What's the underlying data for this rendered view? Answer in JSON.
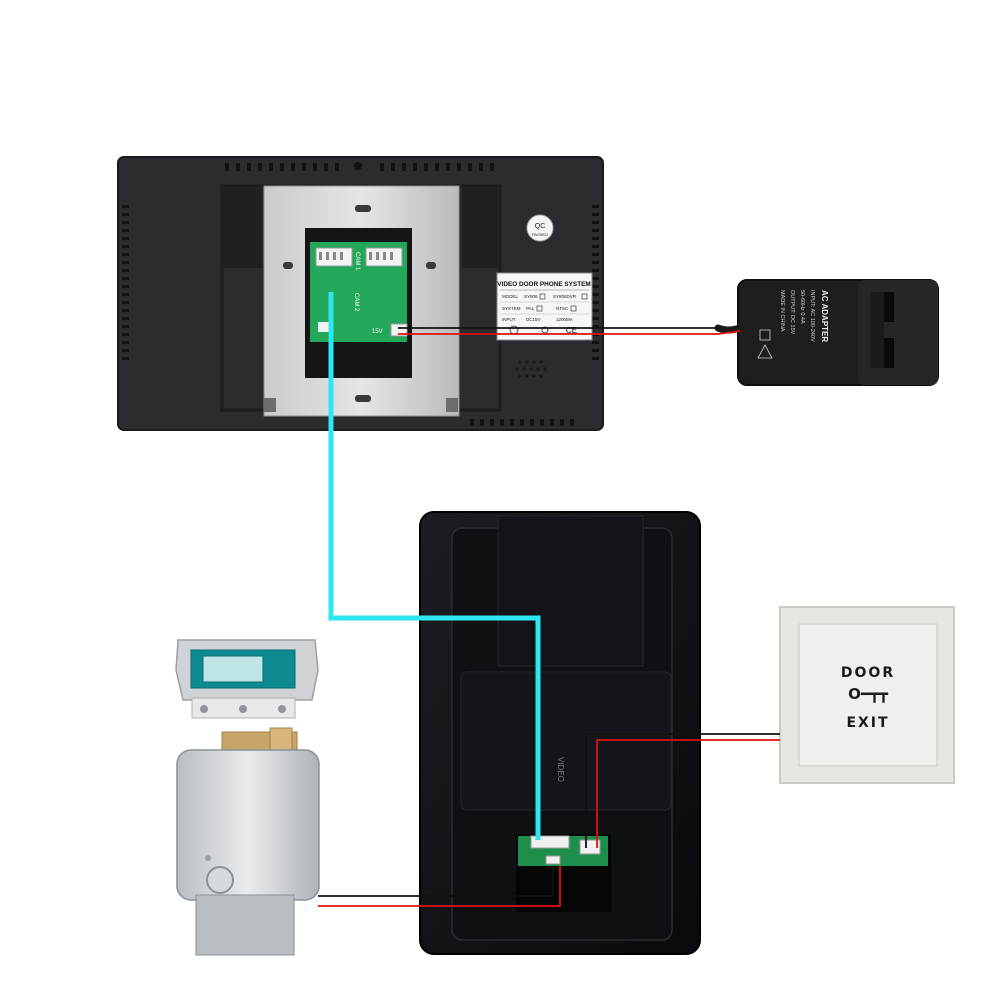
{
  "monitor": {
    "cam1_label": "CAM 1",
    "cam2_label": "CAM 2",
    "power_label": "15V",
    "qc_label": "QC",
    "qc_sub": "PASSED",
    "sticker": {
      "title": "VIDEO DOOR PHONE SYSTEM",
      "model_label": "MODEL",
      "model_opt1": "SY806",
      "model_opt2": "SY806DVR",
      "system_label": "SYSTEM",
      "system_opt1": "PAL",
      "system_opt2": "NTSC",
      "input_label": "INPUT",
      "input_v": "DC15V",
      "input_ma": "1200MA",
      "ce_mark": "CE"
    }
  },
  "adapter": {
    "title": "AC ADAPTER",
    "line1": "INPUT: AC 100-240V",
    "line2": "50-60Hz 0.4A",
    "line3": "OUTPUT: DC 15V",
    "line4": "MADE IN CHINA"
  },
  "camera": {
    "label": "VIDEO"
  },
  "exit_button": {
    "line1": "DOOR",
    "key_glyph": "O━┳┳",
    "line2": "EXIT"
  },
  "colors": {
    "video_wire": "#2ee6ef",
    "power_wire_red": "#e01010",
    "power_wire_black": "#111111"
  }
}
